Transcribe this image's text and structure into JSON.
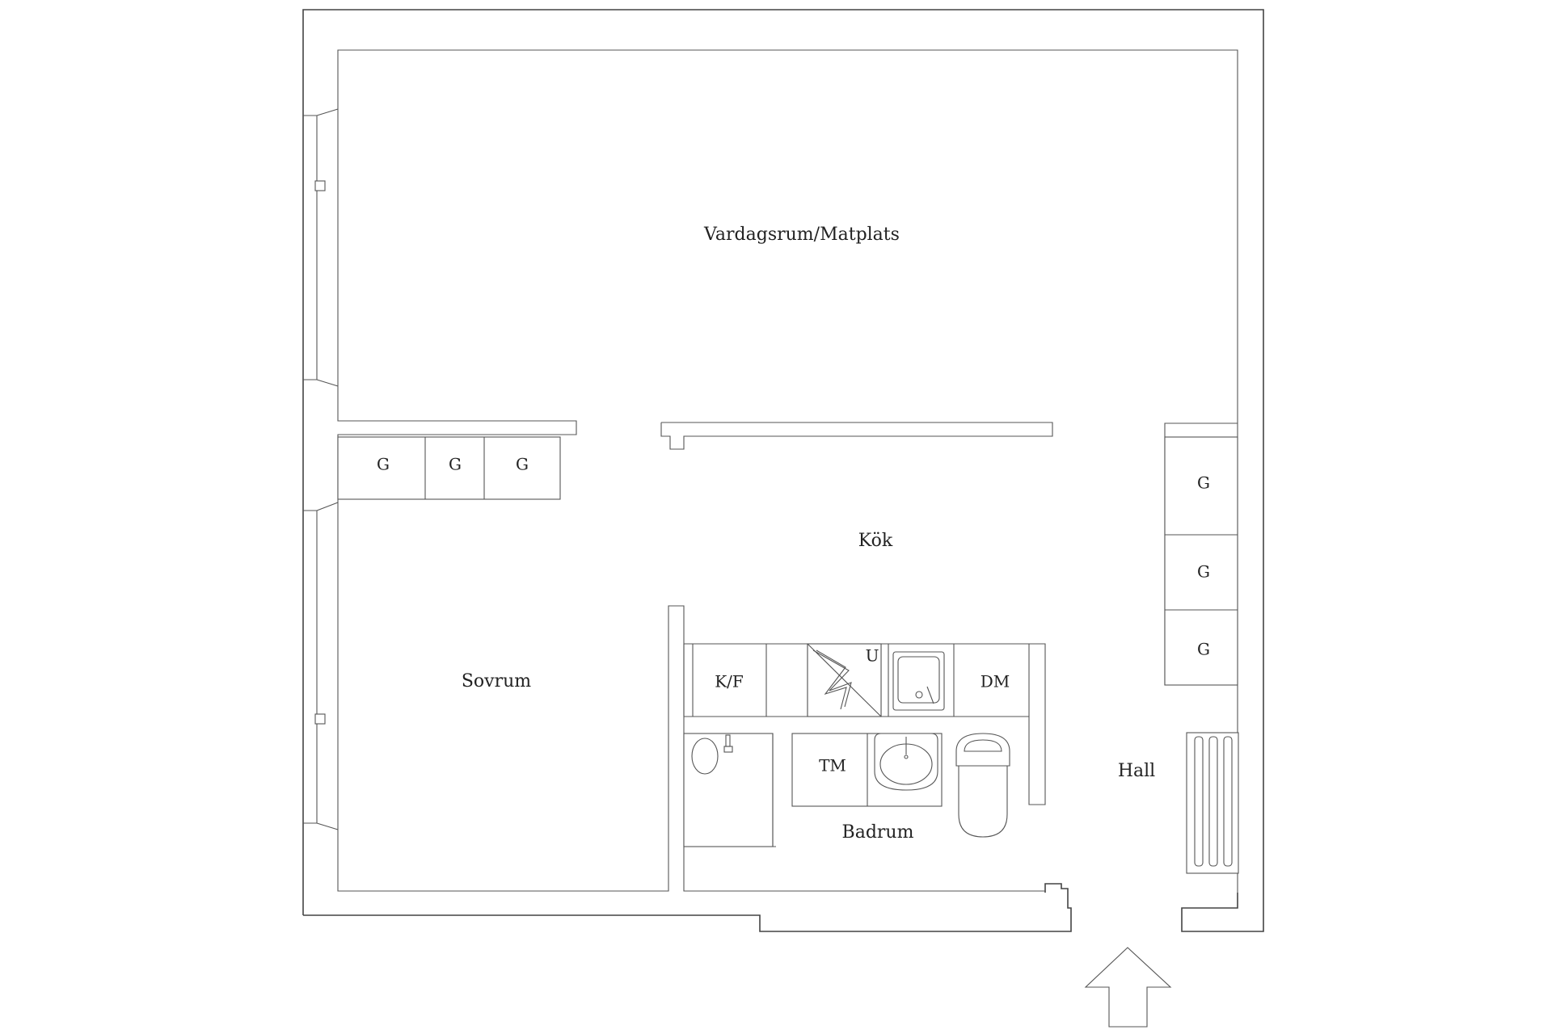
{
  "rooms": {
    "living": "Vardagsrum/Matplats",
    "kitchen": "Kök",
    "bedroom": "Sovrum",
    "bathroom": "Badrum",
    "hall": "Hall"
  },
  "kitchen_units": {
    "fridge_freezer": "K/F",
    "oven": "U",
    "dishwasher": "DM"
  },
  "bath_units": {
    "washing_machine": "TM"
  },
  "wardrobes": [
    "G",
    "G",
    "G",
    "G",
    "G",
    "G"
  ],
  "colors": {
    "line": "#444444",
    "background": "#ffffff"
  }
}
